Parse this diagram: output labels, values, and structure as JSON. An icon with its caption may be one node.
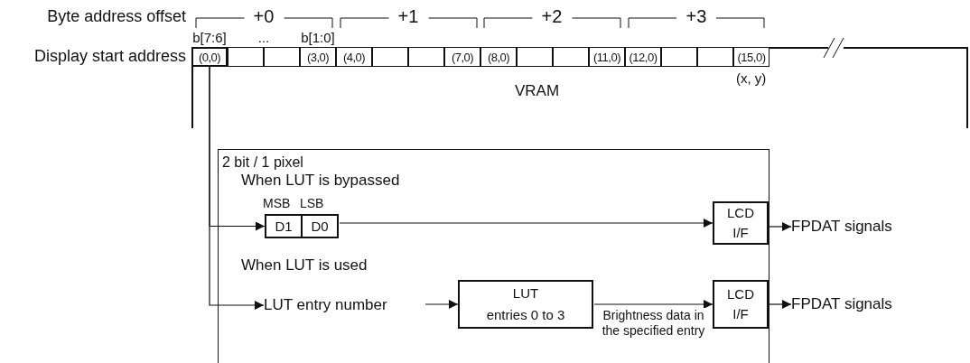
{
  "diagram": {
    "nodes": [
      {
        "text": [
          "VRAM"
        ]
      },
      {
        "text": [
          "(0,0)"
        ],
        "in": 0
      },
      {
        "text": [],
        "shape": "box",
        "in": 0
      },
      {
        "text": [],
        "shape": "box",
        "in": 0
      },
      {
        "text": [
          "(3,0)"
        ],
        "in": 0
      },
      {
        "text": [
          "(4,0)"
        ],
        "in": 0
      },
      {
        "text": [],
        "shape": "box",
        "in": 0
      },
      {
        "text": [],
        "shape": "box",
        "in": 0
      },
      {
        "text": [
          "(7,0)"
        ],
        "in": 0
      },
      {
        "text": [
          "(8,0)"
        ],
        "in": 0
      },
      {
        "text": [],
        "shape": "box",
        "in": 0
      },
      {
        "text": [],
        "shape": "box",
        "in": 0
      },
      {
        "text": [
          "(11,0)"
        ],
        "in": 0
      },
      {
        "text": [
          "(12,0)"
        ],
        "in": 0
      },
      {
        "text": [],
        "shape": "box",
        "in": 0
      },
      {
        "text": [],
        "shape": "box",
        "in": 0
      },
      {
        "text": [
          "(15,0)"
        ],
        "in": 0,
        "beside": [
          "(x, y)"
        ]
      },
      {
        "text": [
          "2 bit / 1 pixel"
        ]
      },
      {
        "text": [
          "D1"
        ],
        "in": 17,
        "beside": [
          "MSB"
        ]
      },
      {
        "text": [
          "D0"
        ],
        "in": 17,
        "beside": [
          "LSB"
        ]
      },
      {
        "text": [
          "LCD I/F"
        ],
        "in": 17
      },
      {
        "text": [
          "FPDAT signals"
        ]
      },
      {
        "text": [
          "LUT entry number"
        ],
        "in": 17
      },
      {
        "text": [
          "LUT",
          "entries 0 to 3"
        ],
        "in": 17
      },
      {
        "text": [
          "LCD I/F"
        ],
        "in": 17
      },
      {
        "text": [
          "FPDAT signals"
        ]
      }
    ],
    "edges": [
      {
        "from": 1,
        "to": 18,
        "arrow": "to"
      },
      {
        "from": 1,
        "to": 22,
        "arrow": "to"
      },
      {
        "from": 19,
        "to": 20,
        "arrow": "to"
      },
      {
        "from": 20,
        "to": 21,
        "arrow": "to"
      },
      {
        "from": 22,
        "to": 23,
        "arrow": "to"
      },
      {
        "from": 23,
        "to": 24,
        "arrow": "to",
        "label": "Brightness data in the specified entry"
      },
      {
        "from": 24,
        "to": 25,
        "arrow": "to"
      }
    ],
    "labels": [
      "Byte address offset",
      "+0",
      "+1",
      "+2",
      "+3",
      "b[7:6]",
      "...",
      "b[1:0]",
      "Display start address",
      "When LUT is bypassed",
      "When LUT is used"
    ]
  }
}
